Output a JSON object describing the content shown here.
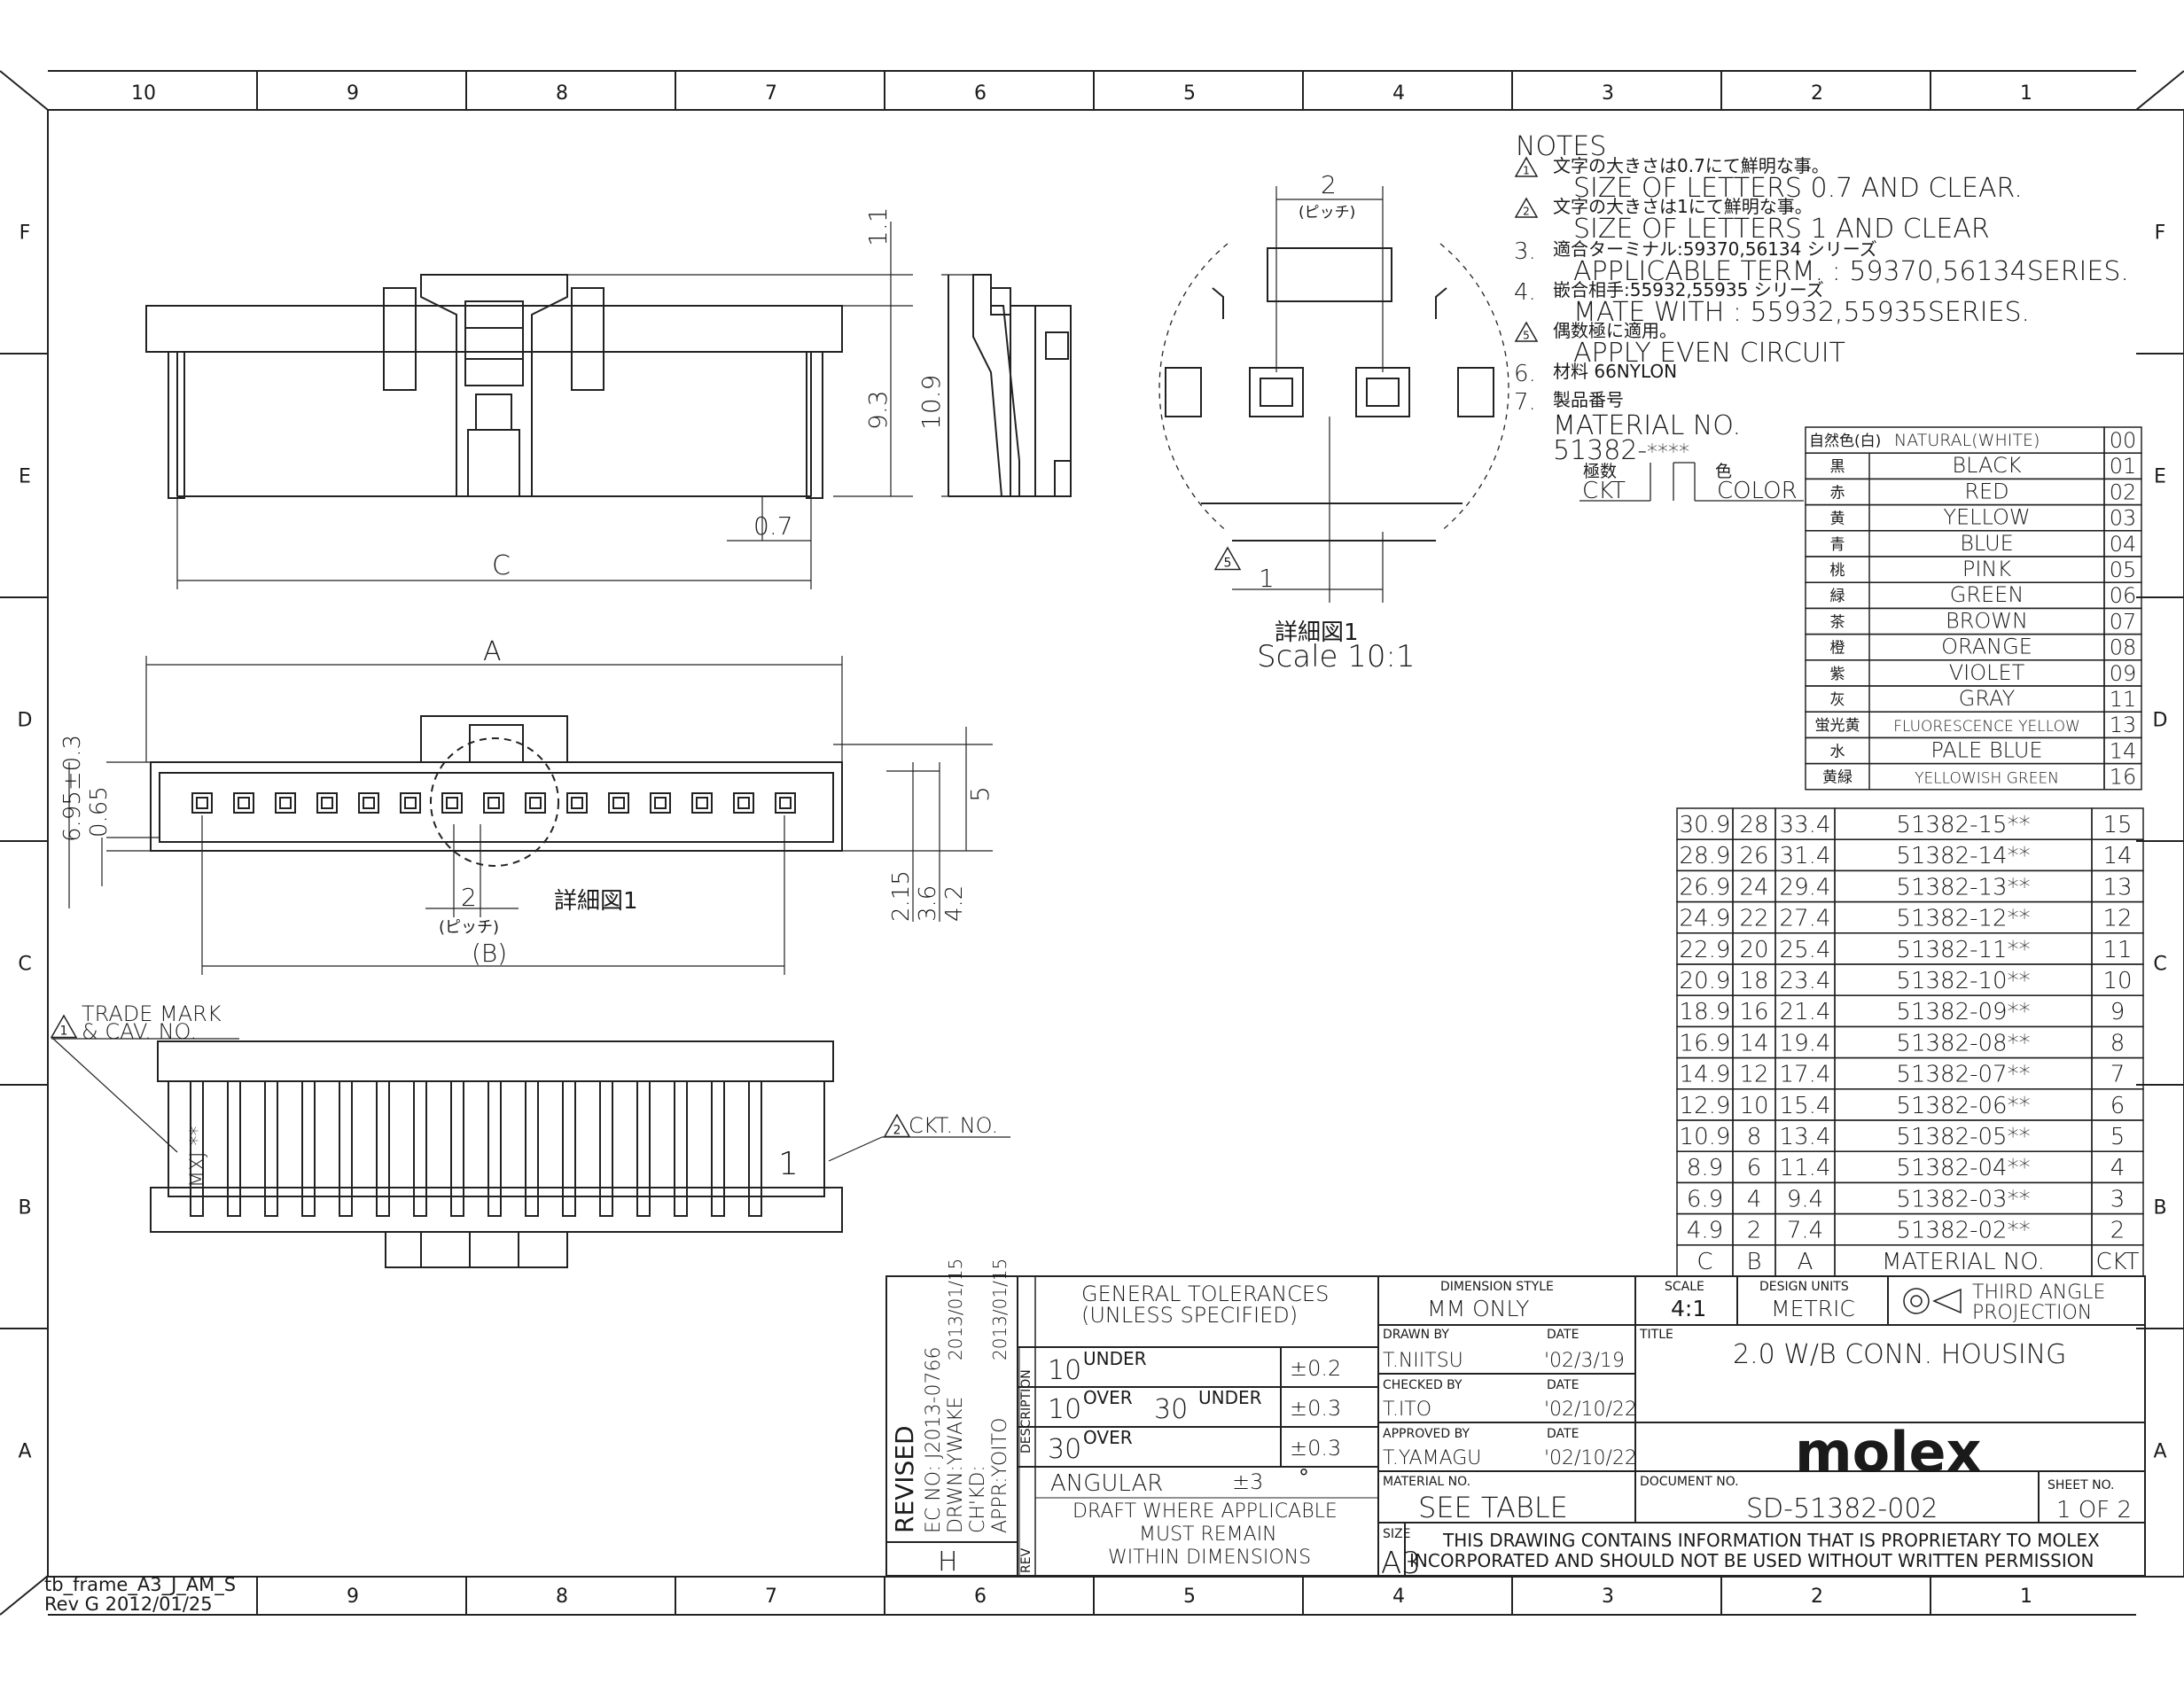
{
  "frame": {
    "col_labels": [
      "10",
      "9",
      "8",
      "7",
      "6",
      "5",
      "4",
      "3",
      "2",
      "1"
    ],
    "row_labels": [
      "F",
      "E",
      "D",
      "C",
      "B",
      "A"
    ],
    "frame_id": "tb_frame_A3_J_AM_S",
    "frame_rev": "Rev G 2012/01/25"
  },
  "notes": {
    "heading": "NOTES",
    "items": [
      {
        "marker": "1",
        "jp": "文字の大きさは0.7にて鮮明な事。",
        "en": "SIZE OF LETTERS 0.7 AND CLEAR."
      },
      {
        "marker": "2",
        "jp": "文字の大きさは1にて鮮明な事。",
        "en": "SIZE OF LETTERS 1 AND CLEAR"
      },
      {
        "marker": "3.",
        "jp": "適合ターミナル:59370,56134 シリーズ",
        "en": "APPLICABLE TERM. : 59370,56134SERIES."
      },
      {
        "marker": "4.",
        "jp": "嵌合相手:55932,55935 シリーズ",
        "en": "MATE WITH : 55932,55935SERIES."
      },
      {
        "marker": "5",
        "jp": "偶数極に適用。",
        "en": "APPLY EVEN CIRCUIT"
      },
      {
        "marker": "6.",
        "jp": "材料 66NYLON",
        "en": ""
      },
      {
        "marker": "7.",
        "jp": "製品番号",
        "en": "MATERIAL NO."
      }
    ],
    "part_code": "51382-",
    "part_stars": "****",
    "ckt_jp": "極数",
    "ckt_en": "CKT",
    "color_jp": "色",
    "color_en": "COLOR"
  },
  "color_table": {
    "header_jp": "自然色(白)",
    "rows": [
      {
        "jp": "自然色(白)",
        "en": "NATURAL(WHITE)",
        "code": "00"
      },
      {
        "jp": "黒",
        "en": "BLACK",
        "code": "01"
      },
      {
        "jp": "赤",
        "en": "RED",
        "code": "02"
      },
      {
        "jp": "黄",
        "en": "YELLOW",
        "code": "03"
      },
      {
        "jp": "青",
        "en": "BLUE",
        "code": "04"
      },
      {
        "jp": "桃",
        "en": "PINK",
        "code": "05"
      },
      {
        "jp": "緑",
        "en": "GREEN",
        "code": "06"
      },
      {
        "jp": "茶",
        "en": "BROWN",
        "code": "07"
      },
      {
        "jp": "橙",
        "en": "ORANGE",
        "code": "08"
      },
      {
        "jp": "紫",
        "en": "VIOLET",
        "code": "09"
      },
      {
        "jp": "灰",
        "en": "GRAY",
        "code": "11"
      },
      {
        "jp": "蛍光黄",
        "en": "FLUORESCENCE YELLOW",
        "code": "13"
      },
      {
        "jp": "水",
        "en": "PALE BLUE",
        "code": "14"
      },
      {
        "jp": "黄緑",
        "en": "YELLOWISH GREEN",
        "code": "16"
      }
    ]
  },
  "dim_table": {
    "headers": {
      "c": "C",
      "b": "B",
      "a": "A",
      "material": "MATERIAL NO.",
      "ckt": "CKT"
    },
    "rows": [
      {
        "c": "30.9",
        "b": "28",
        "a": "33.4",
        "material": "51382-15**",
        "ckt": "15"
      },
      {
        "c": "28.9",
        "b": "26",
        "a": "31.4",
        "material": "51382-14**",
        "ckt": "14"
      },
      {
        "c": "26.9",
        "b": "24",
        "a": "29.4",
        "material": "51382-13**",
        "ckt": "13"
      },
      {
        "c": "24.9",
        "b": "22",
        "a": "27.4",
        "material": "51382-12**",
        "ckt": "12"
      },
      {
        "c": "22.9",
        "b": "20",
        "a": "25.4",
        "material": "51382-11**",
        "ckt": "11"
      },
      {
        "c": "20.9",
        "b": "18",
        "a": "23.4",
        "material": "51382-10**",
        "ckt": "10"
      },
      {
        "c": "18.9",
        "b": "16",
        "a": "21.4",
        "material": "51382-09**",
        "ckt": "9"
      },
      {
        "c": "16.9",
        "b": "14",
        "a": "19.4",
        "material": "51382-08**",
        "ckt": "8"
      },
      {
        "c": "14.9",
        "b": "12",
        "a": "17.4",
        "material": "51382-07**",
        "ckt": "7"
      },
      {
        "c": "12.9",
        "b": "10",
        "a": "15.4",
        "material": "51382-06**",
        "ckt": "6"
      },
      {
        "c": "10.9",
        "b": "8",
        "a": "13.4",
        "material": "51382-05**",
        "ckt": "5"
      },
      {
        "c": "8.9",
        "b": "6",
        "a": "11.4",
        "material": "51382-04**",
        "ckt": "4"
      },
      {
        "c": "6.9",
        "b": "4",
        "a": "9.4",
        "material": "51382-03**",
        "ckt": "3"
      },
      {
        "c": "4.9",
        "b": "2",
        "a": "7.4",
        "material": "51382-02**",
        "ckt": "2"
      }
    ]
  },
  "drawing_labels": {
    "dim_1_1": "1.1",
    "dim_9_3": "9.3",
    "dim_10_9": "10.9",
    "dim_0_7": "0.7",
    "dim_C": "C",
    "dim_A": "A",
    "dim_B": "(B)",
    "dim_2": "2",
    "pitch": "(ピッチ)",
    "dim_6_95": "6.95±0.3",
    "dim_0_65": "0.65",
    "dim_5": "5",
    "dim_2_15": "2.15",
    "dim_3_6": "3.6",
    "dim_4_2": "4.2",
    "detail_ref": "詳細図1",
    "detail_title_jp": "詳細図1",
    "detail_scale": "Scale 10:1",
    "detail_dim_2": "2",
    "detail_pitch": "(ピッチ)",
    "detail_pin1": "1",
    "detail_note5": "5",
    "trade_mark_1": "TRADE MARK",
    "trade_mark_2": "& CAV. NO.",
    "ckt_no": "CKT. NO.",
    "mark_mxj": "MXJ **",
    "mark_pin1": "1",
    "note_ref1": "1",
    "note_ref2": "2"
  },
  "title_block": {
    "revised": "REVISED",
    "ec_no": "EC NO: J2013-0766",
    "drwn": "DRWN:YWAKE",
    "chkd": "CH'KD:",
    "appr": "APPR:YOITO",
    "date1": "2013/01/15",
    "date2": "2013/01/15",
    "rev_letter": "H",
    "description_label": "DESCRIPTION",
    "rev_label": "REV",
    "tol_title1": "GENERAL TOLERANCES",
    "tol_title2": "(UNLESS SPECIFIED)",
    "tol_r1_a": "10",
    "tol_r1_b": "UNDER",
    "tol_r1_val": "±0.2",
    "tol_r2_a": "10",
    "tol_r2_b": "OVER",
    "tol_r2_c": "30",
    "tol_r2_d": "UNDER",
    "tol_r2_val": "±0.3",
    "tol_r3_a": "30",
    "tol_r3_b": "OVER",
    "tol_r3_val": "±0.3",
    "angular": "ANGULAR",
    "angular_val": "±3",
    "angular_unit": "°",
    "draft1": "DRAFT WHERE APPLICABLE",
    "draft2": "MUST REMAIN",
    "draft3": "WITHIN DIMENSIONS",
    "dim_style_label": "DIMENSION STYLE",
    "dim_style": "MM ONLY",
    "scale_label": "SCALE",
    "scale": "4:1",
    "units_label": "DESIGN UNITS",
    "units": "METRIC",
    "projection1": "THIRD ANGLE",
    "projection2": "PROJECTION",
    "drawn_by_label": "DRAWN BY",
    "date_label": "DATE",
    "drawn_by": "T.NIITSU",
    "drawn_date": "'02/3/19",
    "checked_by_label": "CHECKED BY",
    "checked_by": "T.ITO",
    "checked_date": "'02/10/22",
    "approved_by_label": "APPROVED BY",
    "approved_by": "T.YAMAGU",
    "approved_date": "'02/10/22",
    "title_label": "TITLE",
    "title": "2.0 W/B CONN. HOUSING",
    "brand": "molex",
    "material_label": "MATERIAL NO.",
    "material": "SEE TABLE",
    "document_label": "DOCUMENT NO.",
    "document": "SD-51382-002",
    "sheet_label": "SHEET NO.",
    "sheet": "1 OF 2",
    "size_label": "SIZE",
    "size": "A3",
    "proprietary1": "THIS DRAWING CONTAINS INFORMATION THAT IS PROPRIETARY TO MOLEX",
    "proprietary2": "INCORPORATED AND SHOULD NOT BE USED WITHOUT WRITTEN PERMISSION"
  }
}
